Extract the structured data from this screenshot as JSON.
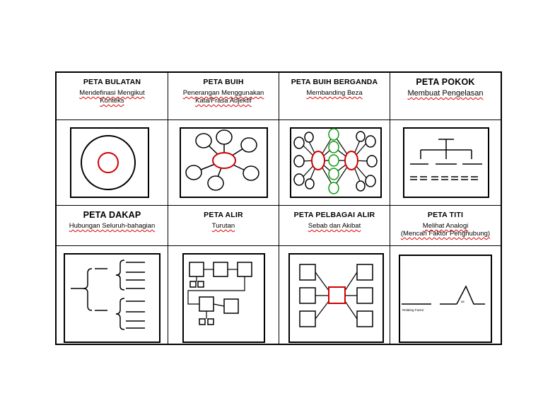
{
  "cells": [
    {
      "title": "PETA BULATAN",
      "sub": [
        "Mendefinasi Mengikut",
        "Konteks"
      ]
    },
    {
      "title": "PETA BUIH",
      "sub": [
        "Penerangan Menggunakan",
        "Kata/Frasa Adjektif"
      ]
    },
    {
      "title": "PETA BUIH BERGANDA",
      "sub": [
        "Membanding Beza"
      ]
    },
    {
      "title": "PETA POKOK",
      "sub": [
        "Membuat Pengelasan"
      ]
    },
    {
      "title": "PETA DAKAP",
      "sub": [
        "Hubungan Seluruh-bahagian"
      ]
    },
    {
      "title": "PETA ALIR",
      "sub": [
        "Turutan"
      ]
    },
    {
      "title": "PETA PELBAGAI ALIR",
      "sub": [
        "Sebab dan Akibat"
      ]
    },
    {
      "title": "PETA TITI",
      "sub": [
        "Melihat Analogi",
        "(Mencari Faktor Penghubung)"
      ]
    }
  ],
  "bridge_labels": {
    "left": "Relating Factor",
    "right": "as"
  },
  "colors": {
    "border": "#000000",
    "accent_red": "#d00000",
    "accent_green": "#119911"
  }
}
